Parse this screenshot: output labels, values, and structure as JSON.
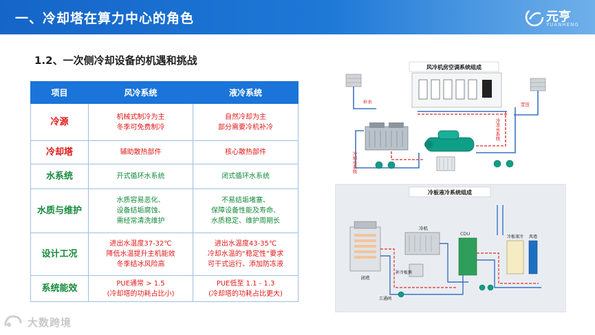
{
  "header": {
    "title": "一、冷却塔在算力中心的角色"
  },
  "logo": {
    "text": "元亨",
    "sub": "YUANHENG"
  },
  "subtitle": "1.2、一次侧冷却设备的机遇和挑战",
  "table": {
    "headers": [
      "项目",
      "风冷系统",
      "液冷系统"
    ],
    "rows": [
      {
        "label": "冷源",
        "color": "red",
        "air": [
          "机械式制冷为主",
          "冬季可免费制冷"
        ],
        "liquid": [
          "自然冷却为主",
          "部分需要冷机补冷"
        ]
      },
      {
        "label": "冷却塔",
        "color": "red",
        "air": [
          "辅助散热部件"
        ],
        "liquid": [
          "核心散热部件"
        ]
      },
      {
        "label": "水系统",
        "color": "green",
        "air": [
          "开式循环水系统"
        ],
        "liquid": [
          "闭式循环水系统"
        ]
      },
      {
        "label": "水质与维护",
        "color": "green",
        "air": [
          "水质容易恶化、",
          "设备结垢腐蚀、",
          "需经常清洗维护"
        ],
        "liquid": [
          "不易结垢堵塞、",
          "保障设备性能及寿命、",
          "水质稳定、维护周期长"
        ]
      },
      {
        "label": "设计工况",
        "color": "green",
        "air": [
          "进出水温度37-32℃",
          "降低水温提升主机能效",
          "冬季结冰风险高"
        ],
        "liquid": [
          "进出水温度43-35℃",
          "冷却水温的“稳定性”要求",
          "可干式运行、添加防冻液"
        ]
      },
      {
        "label": "系统能效",
        "color": "green",
        "air": [
          "PUE通常 > 1.5",
          "(冷却塔的功耗占比小)"
        ],
        "liquid": [
          "PUE低至 1.1 - 1.3",
          "(冷却塔的功耗占比更大)"
        ]
      }
    ]
  },
  "diagram": {
    "top_title": "风冷机房空调系统组成",
    "top_labels": {
      "makeup": "补水",
      "pressure": "定压",
      "cooling_water": "冷却水系统",
      "chilled_water": "冷冻水系统"
    },
    "bottom_title": "冷板液冷系统组成",
    "bottom_labels": {
      "chiller": "冷机",
      "cdu": "CDU",
      "cold_plate": "冷板液冷",
      "air_cooling": "风墙",
      "closed_tower": "闭塔",
      "plate_hx": "补冷板换",
      "three_way": "三通阀"
    }
  },
  "watermark": "大数跨境",
  "colors": {
    "header_blue": "#1a74d9",
    "red": "#e01818",
    "green": "#158a3a"
  }
}
